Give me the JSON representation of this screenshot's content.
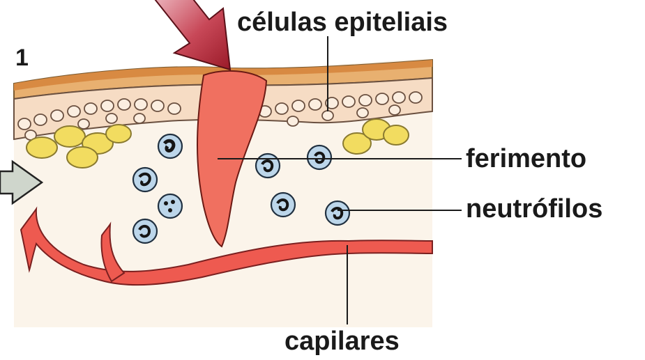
{
  "figure": {
    "panel_number": "1",
    "labels": {
      "epithelial_cells": "células epiteliais",
      "wound": "ferimento",
      "neutrophils": "neutrófilos",
      "capillaries": "capilares"
    }
  },
  "colors": {
    "wound": "#f07060",
    "wound_stroke": "#c84a3c",
    "capillary": "#ee5a50",
    "epidermis": "#e8b070",
    "cell_layer": "#f6dcc4",
    "dermis": "#fbf4ea",
    "fat": "#f2dc60",
    "neutrophil": "#bcd6ea",
    "arrow_red": "#b8283a",
    "arrow_grey": "#cfd6cc"
  }
}
